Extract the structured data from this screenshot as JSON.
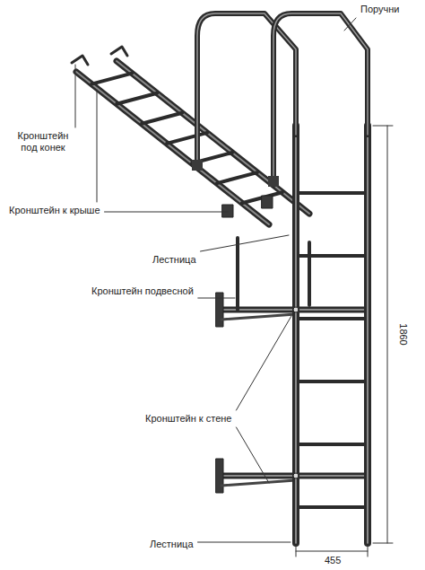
{
  "diagram": {
    "labels": [
      "Поручни",
      "Кронштейн под конек",
      "Кронштейн к крыше",
      "Лестница",
      "Кронштейн подвесной",
      "Кронштейн к стене",
      "Лестница",
      "1860",
      "455"
    ]
  }
}
